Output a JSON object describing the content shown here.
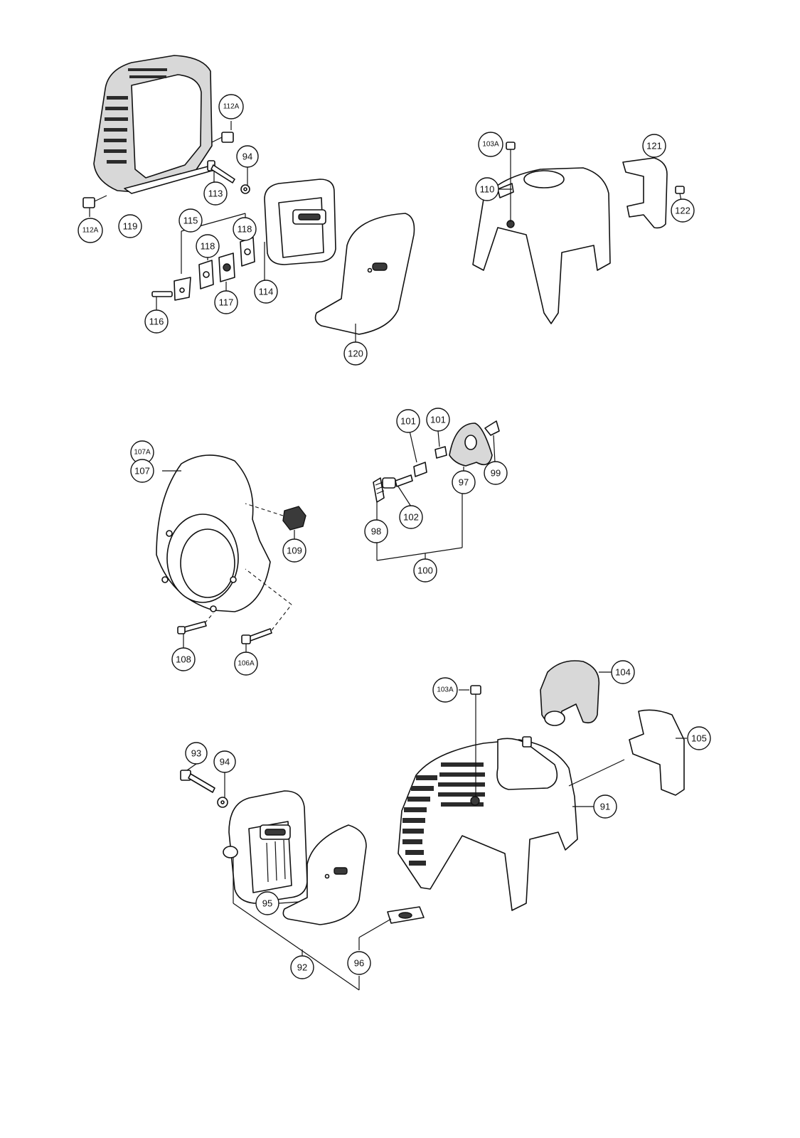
{
  "callouts": [
    {
      "id": "c-112A-top",
      "label": "112A"
    },
    {
      "id": "c-94-top",
      "label": "94"
    },
    {
      "id": "c-113",
      "label": "113"
    },
    {
      "id": "c-112A-left",
      "label": "112A"
    },
    {
      "id": "c-119",
      "label": "119"
    },
    {
      "id": "c-115",
      "label": "115"
    },
    {
      "id": "c-118-a",
      "label": "118"
    },
    {
      "id": "c-118-b",
      "label": "118"
    },
    {
      "id": "c-117",
      "label": "117"
    },
    {
      "id": "c-114",
      "label": "114"
    },
    {
      "id": "c-116",
      "label": "116"
    },
    {
      "id": "c-120",
      "label": "120"
    },
    {
      "id": "c-103A-top",
      "label": "103A"
    },
    {
      "id": "c-110",
      "label": "110"
    },
    {
      "id": "c-121",
      "label": "121"
    },
    {
      "id": "c-122",
      "label": "122"
    },
    {
      "id": "c-107A",
      "label": "107A"
    },
    {
      "id": "c-107",
      "label": "107"
    },
    {
      "id": "c-109",
      "label": "109"
    },
    {
      "id": "c-108",
      "label": "108"
    },
    {
      "id": "c-106A",
      "label": "106A"
    },
    {
      "id": "c-101-a",
      "label": "101"
    },
    {
      "id": "c-101-b",
      "label": "101"
    },
    {
      "id": "c-99",
      "label": "99"
    },
    {
      "id": "c-97",
      "label": "97"
    },
    {
      "id": "c-102",
      "label": "102"
    },
    {
      "id": "c-98",
      "label": "98"
    },
    {
      "id": "c-100",
      "label": "100"
    },
    {
      "id": "c-103A-bottom",
      "label": "103A"
    },
    {
      "id": "c-104",
      "label": "104"
    },
    {
      "id": "c-105",
      "label": "105"
    },
    {
      "id": "c-91",
      "label": "91"
    },
    {
      "id": "c-93",
      "label": "93"
    },
    {
      "id": "c-94-bottom",
      "label": "94"
    },
    {
      "id": "c-95",
      "label": "95"
    },
    {
      "id": "c-96",
      "label": "96"
    },
    {
      "id": "c-92",
      "label": "92"
    }
  ]
}
